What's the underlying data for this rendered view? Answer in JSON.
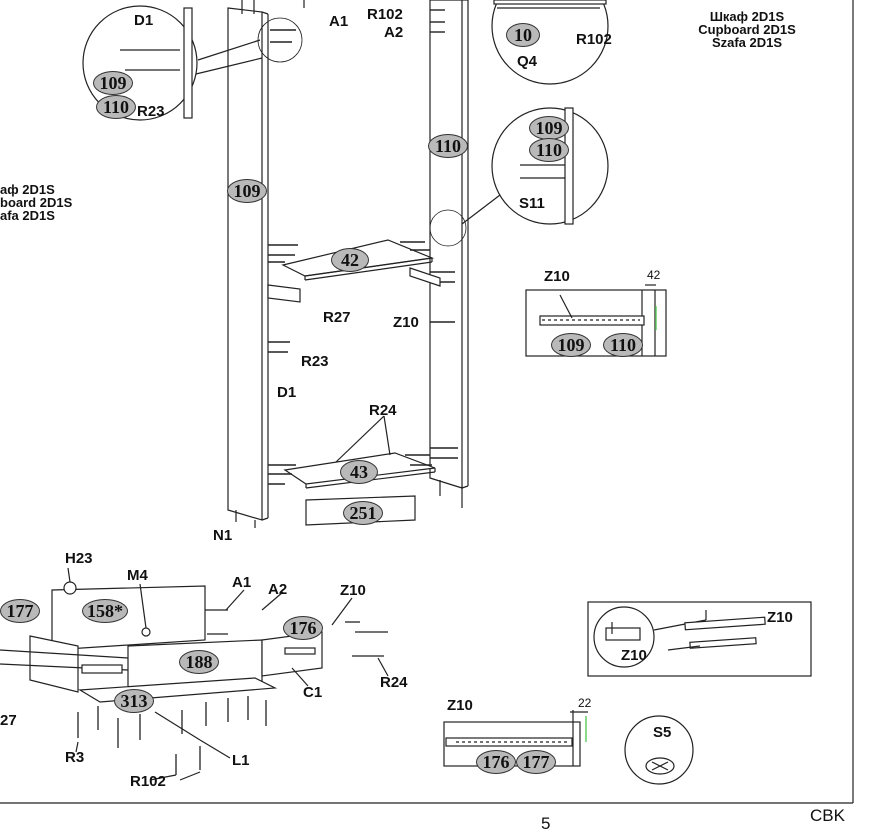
{
  "title": {
    "line1": "Шкаф 2D1S",
    "line2": "Cupboard 2D1S",
    "line3": "Szafa 2D1S"
  },
  "title_cropped": {
    "line1": "аф 2D1S",
    "line2": "board 2D1S",
    "line3": "afa 2D1S"
  },
  "parts": {
    "p10": "10",
    "p42": "42",
    "p43": "43",
    "p109": "109",
    "p110": "110",
    "p158": "158*",
    "p176": "176",
    "p177": "177",
    "p188": "188",
    "p251": "251",
    "p313": "313"
  },
  "fittings": {
    "D1": "D1",
    "R23": "R23",
    "A1": "A1",
    "A2": "A2",
    "R102": "R102",
    "Q4": "Q4",
    "S11": "S11",
    "R27": "R27",
    "R27_cropped": "27",
    "Z10": "Z10",
    "R24": "R24",
    "N1": "N1",
    "H23": "H23",
    "M4": "M4",
    "C1": "C1",
    "R3": "R3",
    "L1": "L1",
    "S5": "S5"
  },
  "dimensions": {
    "d42": "42",
    "d22": "22"
  },
  "footer": {
    "page_number": "5",
    "brand": "CBK"
  }
}
